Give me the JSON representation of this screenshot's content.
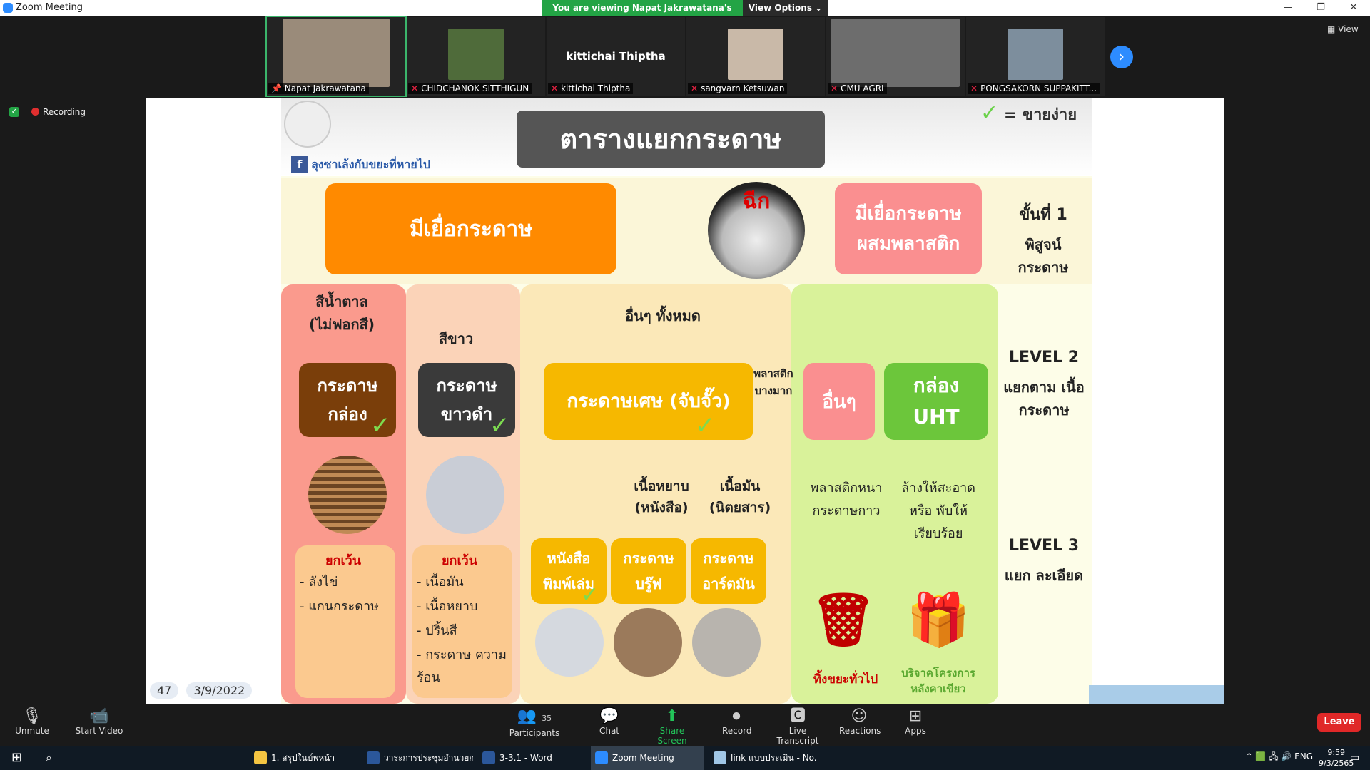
{
  "window": {
    "title": "Zoom Meeting",
    "controls": [
      "—",
      "❐",
      "✕"
    ]
  },
  "share_banner": "You are viewing Napat Jakrawatana's screen",
  "view_options": "View Options ⌄",
  "view_button": "View",
  "recording": "Recording",
  "participants": [
    {
      "name": "Napat Jakrawatana",
      "avatar_color": "#9a8b7a",
      "active": true,
      "muted": false
    },
    {
      "name": "CHIDCHANOK SITTHIGUN",
      "avatar_color": "#4f6b3a",
      "muted": true
    },
    {
      "name": "kittichai Thiptha",
      "avatar_color": "",
      "muted": true,
      "text_only": "kittichai Thiptha"
    },
    {
      "name": "sangvarn  Ketsuwan",
      "avatar_color": "#c9b9a8",
      "muted": true
    },
    {
      "name": "CMU AGRI",
      "avatar_color": "#6d6d6d",
      "muted": true
    },
    {
      "name": "PONGSAKORN SUPPAKITT...",
      "avatar_color": "#7d8e9d",
      "muted": true
    }
  ],
  "slide": {
    "title": "ตารางแยกกระดาษ",
    "page_fb": "ลุงซาเล้งกับขยะที่หายไป",
    "legend": "= ขายง่าย",
    "top_left_box": "มีเยื่อกระดาษ",
    "tear": "ฉีก",
    "top_right_box": "มีเยื่อกระดาษ ผสมพลาสติก",
    "step1_a": "ขั้นที่ 1",
    "step1_b": "พิสูจน์ กระดาษ",
    "col1_head": "สีน้ำตาล (ไม่ฟอกสี)",
    "col2_head": "สีขาว",
    "col3_head": "อื่นๆ ทั้งหมด",
    "thin_plastic": "พลาสติก บางมาก",
    "box_kraft": "กระดาษ กล่อง",
    "box_bw": "กระดาษ ขาวดำ",
    "box_mixed": "กระดาษเศษ (จับจั๊ว)",
    "box_other": "อื่นๆ",
    "box_uht": "กล่อง UHT",
    "level2_a": "LEVEL 2",
    "level2_b": "แยกตาม เนื้อกระดาษ",
    "rough": "เนื้อหยาบ (หนังสือ)",
    "glossy": "เนื้อมัน (นิตยสาร)",
    "thick_plastic": "พลาสติกหนา กระดาษกาว",
    "clean_fold": "ล้างให้สะอาด หรือ พับให้เรียบร้อย",
    "level3_a": "LEVEL 3",
    "level3_b": "แยก ละเอียด",
    "except": "ยกเว้น",
    "except1": [
      "- ลังไข่",
      "- แกนกระดาษ"
    ],
    "except2": [
      "- เนื้อมัน",
      "- เนื้อหยาบ",
      "- ปริ้นสี",
      "- กระดาษ ความร้อน"
    ],
    "box_news": "หนังสือ พิมพ์เล่ม",
    "box_brown": "กระดาษ บรู๊ฟ",
    "box_art": "กระดาษ อาร์ตมัน",
    "trash": "ทิ้งขยะทั่วไป",
    "donate": "บริจาคโครงการ หลังคาเขียว",
    "checkmark": "✓"
  },
  "slide_controls": {
    "page": "47",
    "date": "3/9/2022"
  },
  "toolbar": {
    "unmute": "Unmute",
    "start_video": "Start Video",
    "participants": "Participants",
    "participants_count": "35",
    "chat": "Chat",
    "share_screen": "Share Screen",
    "record": "Record",
    "live_transcript": "Live Transcript",
    "reactions": "Reactions",
    "apps": "Apps",
    "leave": "Leave"
  },
  "taskbar": {
    "items": [
      {
        "label": "1. สรุปในบ์พหน้า",
        "color": "#f4c542"
      },
      {
        "label": "วาระการประชุมอำนวยก...",
        "color": "#2b579a"
      },
      {
        "label": "3-3.1 - Word",
        "color": "#2b579a"
      },
      {
        "label": "Zoom Meeting",
        "color": "#2d8cff"
      },
      {
        "label": "link แบบประเมิน - No...",
        "color": "#9fc6e6"
      }
    ],
    "lang": "ENG",
    "time": "9:59",
    "date": "9/3/2565"
  },
  "colors": {
    "orange": "#ff8a00",
    "pink": "#fa8f90",
    "brown": "#7a3e0a",
    "dark": "#3a3a3a",
    "yellow": "#f6b800",
    "green": "#6cc63b",
    "red": "#c00000",
    "zoom_blue": "#2d8cff",
    "banner_green": "#23a445"
  }
}
